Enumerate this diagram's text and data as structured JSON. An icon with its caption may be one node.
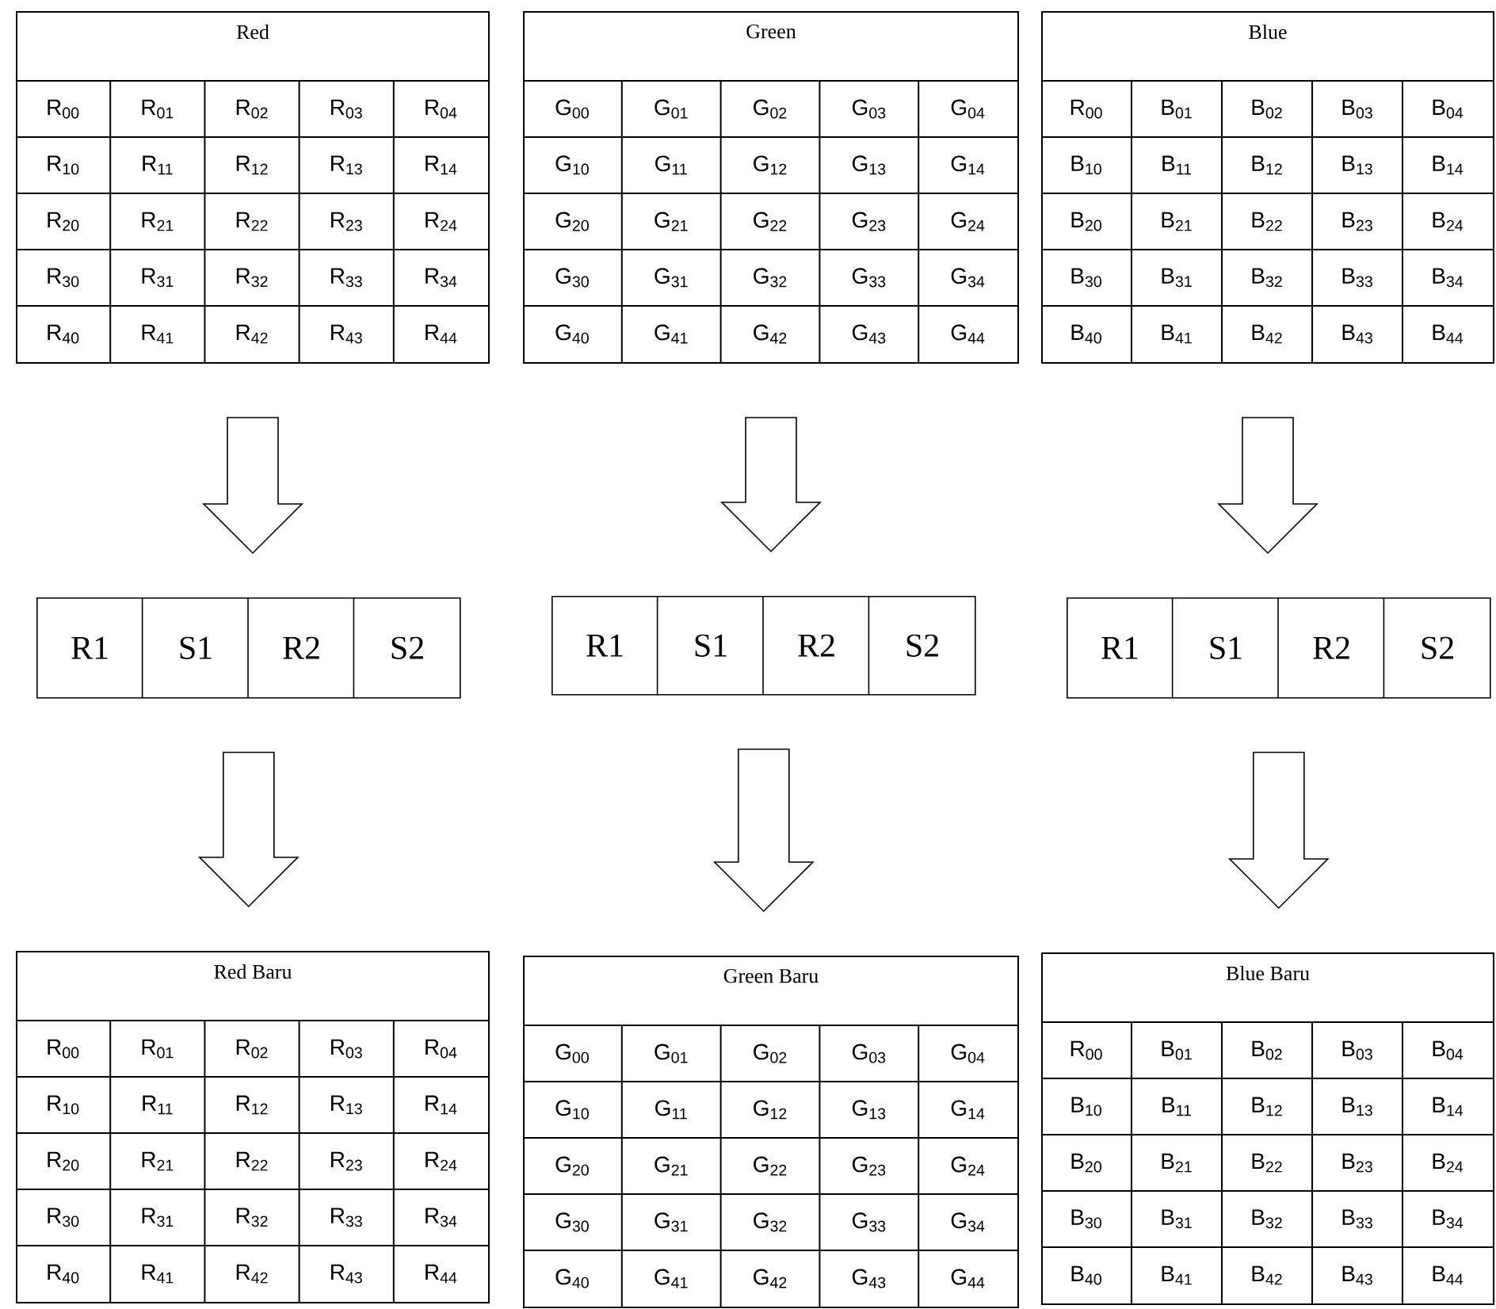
{
  "diagram": {
    "nodes": [
      {
        "text": [
          "Red"
        ]
      },
      {
        "text": [
          "Green"
        ]
      },
      {
        "text": [
          "Blue"
        ]
      },
      {
        "text": [
          "R1",
          "S1",
          "R2",
          "S2"
        ]
      },
      {
        "text": [
          "R1",
          "S1",
          "R2",
          "S2"
        ]
      },
      {
        "text": [
          "R1",
          "S1",
          "R2",
          "S2"
        ]
      },
      {
        "text": [
          "Red Baru"
        ]
      },
      {
        "text": [
          "Green Baru"
        ]
      },
      {
        "text": [
          "Blue Baru"
        ]
      }
    ],
    "edges": [
      {
        "from": 0,
        "to": 3,
        "arrow": "to"
      },
      {
        "from": 1,
        "to": 4,
        "arrow": "to"
      },
      {
        "from": 2,
        "to": 5,
        "arrow": "to"
      },
      {
        "from": 3,
        "to": 6,
        "arrow": "to"
      },
      {
        "from": 4,
        "to": 7,
        "arrow": "to"
      },
      {
        "from": 5,
        "to": 8,
        "arrow": "to"
      }
    ],
    "labels": [
      "R$_{00}$",
      "R$_{01}$",
      "R$_{02}$",
      "R$_{03}$",
      "R$_{04}$",
      "R$_{10}$",
      "R$_{11}$",
      "R$_{12}$",
      "R$_{13}$",
      "R$_{14}$",
      "R$_{20}$",
      "R$_{21}$",
      "R$_{22}$",
      "R$_{23}$",
      "R$_{24}$",
      "R$_{30}$",
      "R$_{31}$",
      "R$_{32}$",
      "R$_{33}$",
      "R$_{34}$",
      "R$_{40}$",
      "R$_{41}$",
      "R$_{42}$",
      "R$_{43}$",
      "R$_{44}$",
      "G$_{00}$",
      "G$_{01}$",
      "G$_{02}$",
      "G$_{03}$",
      "G$_{04}$",
      "G$_{10}$",
      "G$_{11}$",
      "G$_{12}$",
      "G$_{13}$",
      "G$_{14}$",
      "G$_{20}$",
      "G$_{21}$",
      "G$_{22}$",
      "G$_{23}$",
      "G$_{24}$",
      "G$_{30}$",
      "G$_{31}$",
      "G$_{32}$",
      "G$_{33}$",
      "G$_{34}$",
      "G$_{40}$",
      "G$_{41}$",
      "G$_{42}$",
      "G$_{43}$",
      "G$_{44}$",
      "R$_{00}$",
      "B$_{01}$",
      "B$_{02}$",
      "B$_{03}$",
      "B$_{04}$",
      "B$_{10}$",
      "B$_{11}$",
      "B$_{12}$",
      "B$_{13}$",
      "B$_{14}$",
      "B$_{20}$",
      "B$_{21}$",
      "B$_{22}$",
      "B$_{23}$",
      "B$_{24}$",
      "B$_{30}$",
      "B$_{31}$",
      "B$_{32}$",
      "B$_{33}$",
      "B$_{34}$",
      "B$_{40}$",
      "B$_{41}$",
      "B$_{42}$",
      "B$_{43}$",
      "B$_{44}$",
      "R$_{00}$",
      "R$_{01}$",
      "R$_{02}$",
      "R$_{03}$",
      "R$_{04}$",
      "R$_{10}$",
      "R$_{11}$",
      "R$_{12}$",
      "R$_{13}$",
      "R$_{14}$",
      "R$_{20}$",
      "R$_{21}$",
      "R$_{22}$",
      "R$_{23}$",
      "R$_{24}$",
      "R$_{30}$",
      "R$_{31}$",
      "R$_{32}$",
      "R$_{33}$",
      "R$_{34}$",
      "R$_{40}$",
      "R$_{41}$",
      "R$_{42}$",
      "R$_{43}$",
      "R$_{44}$",
      "G$_{00}$",
      "G$_{01}$",
      "G$_{02}$",
      "G$_{03}$",
      "G$_{04}$",
      "G$_{10}$",
      "G$_{11}$",
      "G$_{12}$",
      "G$_{13}$",
      "G$_{14}$",
      "G$_{20}$",
      "G$_{21}$",
      "G$_{22}$",
      "G$_{23}$",
      "G$_{24}$",
      "G$_{30}$",
      "G$_{31}$",
      "G$_{32}$",
      "G$_{33}$",
      "G$_{34}$",
      "G$_{40}$",
      "G$_{41}$",
      "G$_{42}$",
      "G$_{43}$",
      "G$_{44}$",
      "R$_{00}$",
      "B$_{01}$",
      "B$_{02}$",
      "B$_{03}$",
      "B$_{04}$",
      "B$_{10}$",
      "B$_{11}$",
      "B$_{12}$",
      "B$_{13}$",
      "B$_{14}$",
      "B$_{20}$",
      "B$_{21}$",
      "B$_{22}$",
      "B$_{23}$",
      "B$_{24}$",
      "B$_{30}$",
      "B$_{31}$",
      "B$_{32}$",
      "B$_{33}$",
      "B$_{34}$",
      "B$_{40}$",
      "B$_{41}$",
      "B$_{42}$",
      "B$_{43}$",
      "B$_{44}$"
    ]
  }
}
